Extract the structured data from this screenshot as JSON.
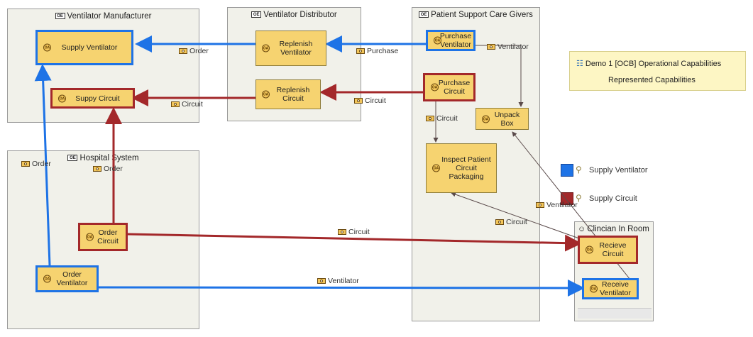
{
  "colors": {
    "blue": "#1e73e6",
    "red": "#a3282a",
    "activity": "#f6d370",
    "container": "#f1f1ea"
  },
  "containers": {
    "manufacturer": "Ventilator Manufacturer",
    "distributor": "Ventilator Distributor",
    "caregivers": "Patient Support Care Givers",
    "hospital": "Hospital System",
    "clinician": "Clincian In Room"
  },
  "activities": {
    "supply_ventilator": "Supply Ventilator",
    "suppy_circuit": "Suppy Circuit",
    "replenish_ventilator": "Replenish\nVentilator",
    "replenish_circuit": "Replenish\nCircuit",
    "purchase_ventilator": "Purchase\nVentilator",
    "purchase_circuit": "Purchase\nCircuit",
    "unpack_box": "Unpack\nBox",
    "inspect_packaging": "Inspect Patient\nCircuit\nPackaging",
    "order_circuit": "Order\nCircuit",
    "order_ventilator": "Order\nVentilator",
    "recieve_circuit": "Recieve\nCircuit",
    "receive_ventilator": "Receive\nVentilator"
  },
  "badge": "OA",
  "entity_badge": "OE",
  "flows": {
    "order_top": "Order",
    "purchase": "Purchase",
    "ventilator_cg": "Ventilator",
    "circuit_top": "Circuit",
    "circuit_cg": "Circuit",
    "circuit_cg_inner": "Circuit",
    "order_left": "Order",
    "order_hospital": "Order",
    "ventilator_mid": "Ventilator",
    "circuit_mid": "Circuit",
    "circuit_bottom": "Circuit",
    "ventilator_bottom": "Ventilator"
  },
  "note": {
    "line1": "Demo  1 [OCB] Operational Capabilities",
    "line2": "Represented Capabilities"
  },
  "legend": {
    "supply_ventilator": "Supply Ventilator",
    "supply_circuit": "Supply Circuit"
  }
}
